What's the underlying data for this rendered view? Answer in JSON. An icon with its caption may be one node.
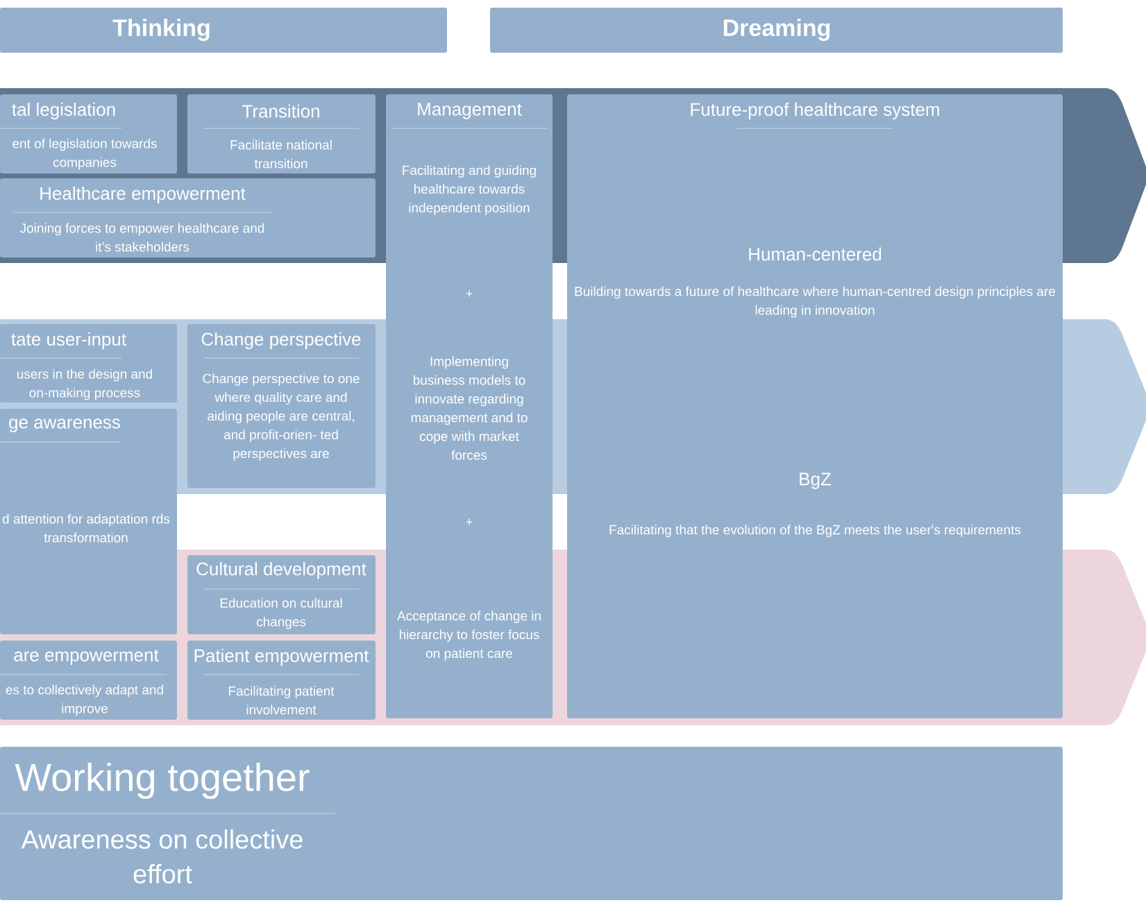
{
  "diagram": {
    "nodes": [
      {
        "text": [
          "Thinking"
        ]
      },
      {
        "text": [
          "Dreaming"
        ]
      },
      {
        "text": [
          "tal legislation",
          "ent of legislation towards companies"
        ]
      },
      {
        "text": [
          "Transition",
          "Facilitate national transition"
        ]
      },
      {
        "text": [
          "Management",
          "Facilitating and guiding healthcare towards independent position",
          "+",
          "Implementing business models to innovate regarding management and to cope with market forces",
          "+",
          "Acceptance of change in hierarchy to foster focus on patient care"
        ]
      },
      {
        "text": [
          "Future-proof healthcare system",
          "Human-centered",
          "Building towards a future of healthcare where human-centred design principles are leading in innovation",
          "BgZ",
          "Facilitating that the evolution of the BgZ meets the user's requirements"
        ]
      },
      {
        "text": [
          "Healthcare empowerment",
          "Joining forces to empower healthcare and it’s stakeholders"
        ]
      },
      {
        "text": [
          "tate user-input",
          "users in the design and on-making process"
        ]
      },
      {
        "text": [
          "Change perspective",
          "Change perspective to one where quality care and aiding people are central, and profit-orien- ted perspectives are"
        ]
      },
      {
        "text": [
          "ge awareness",
          "d attention for adaptation rds transformation"
        ]
      },
      {
        "text": [
          "Cultural development",
          "Education on cultural changes"
        ]
      },
      {
        "text": [
          "are empowerment",
          "es to collectively adapt and improve"
        ]
      },
      {
        "text": [
          "Patient empowerment",
          "Facilitating patient involvement"
        ]
      },
      {
        "text": [
          "Working together",
          "Awareness on collective effort"
        ]
      }
    ]
  }
}
